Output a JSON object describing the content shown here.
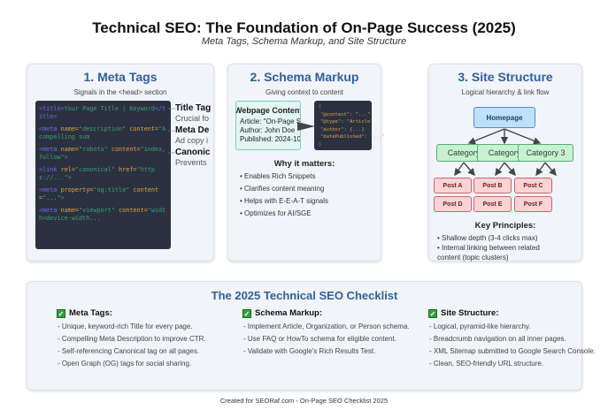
{
  "header": {
    "title": "Technical SEO: The Foundation of On-Page Success (2025)",
    "subtitle": "Meta Tags, Schema Markup, and Site Structure"
  },
  "meta_card": {
    "title": "1. Meta Tags",
    "subtitle": "Signals in the <head> section",
    "code_lines": [
      [
        "<title>",
        "Your Page Title | Keyword",
        "</title>"
      ],
      [
        "<meta ",
        "name=",
        "\"description\" ",
        "content=",
        "\"A compelling sum"
      ],
      [
        "<meta ",
        "name=",
        "\"robots\" ",
        "content=",
        "\"index, follow\">"
      ],
      [
        "<link ",
        "rel=",
        "\"canonical\" ",
        "href=",
        "\"https://...\">"
      ],
      [
        "<meta ",
        "property=",
        "\"og:title\" ",
        "content=",
        "\"...\">"
      ],
      [
        "<meta ",
        "name=",
        "\"viewport\" ",
        "content=",
        "\"width=device-width..."
      ]
    ],
    "annotations": [
      {
        "label": "Title Tag",
        "desc": "Crucial fo"
      },
      {
        "label": "Meta De",
        "desc": "Ad copy i"
      },
      {
        "label": "Canonic",
        "desc": "Prevents"
      }
    ]
  },
  "schema_card": {
    "title": "2. Schema Markup",
    "subtitle": "Giving context to content",
    "webpage": {
      "title": "Webpage Content",
      "lines": [
        "Article: \"On-Page SEO",
        "Author: John Doe",
        "Published: 2024-10-26"
      ]
    },
    "json_lines": [
      "{",
      "\"@context\": \"...\"",
      "\"@type\": \"Article\"",
      "\"author\": {...}",
      "\"datePublished\": \"...\"",
      "}"
    ],
    "why_title": "Why it matters:",
    "why_items": [
      "• Enables Rich Snippets",
      "• Clarifies content meaning",
      "• Helps with E-E-A-T signals",
      "• Optimizes for AI/SGE"
    ]
  },
  "structure_card": {
    "title": "3. Site Structure",
    "subtitle": "Logical hierarchy & link flow",
    "home": "Homepage",
    "categories": [
      "Category",
      "Category",
      "Category 3"
    ],
    "posts": [
      "Post A",
      "Post B",
      "Post C",
      "Post D",
      "Post E",
      "Post F"
    ],
    "principles_title": "Key Principles:",
    "principles": [
      "• Shallow depth (3-4 clicks max)",
      "• Internal linking between related",
      "content (topic clusters)"
    ]
  },
  "checklist": {
    "title": "The 2025 Technical SEO Checklist",
    "columns": [
      {
        "heading": "Meta Tags:",
        "items": [
          "- Unique, keyword-rich Title for every page.",
          "- Compelling Meta Description to improve CTR.",
          "- Self-referencing Canonical tag on all pages.",
          "- Open Graph (OG) tags for social sharing."
        ]
      },
      {
        "heading": "Schema Markup:",
        "items": [
          "- Implement Article, Organization, or Person schema.",
          "- Use FAQ or HowTo schema for eligible content.",
          "- Validate with Google's Rich Results Test."
        ]
      },
      {
        "heading": "Site Structure:",
        "items": [
          "- Logical, pyramid-like hierarchy.",
          "- Breadcrumb navigation on all inner pages.",
          "- XML Sitemap submitted to Google Search Console.",
          "- Clean, SEO-friendly URL structure."
        ]
      }
    ]
  },
  "footer": "Created for SEORaf.com - On-Page SEO Checklist 2025",
  "colors": {
    "accent": "#2f5fa0",
    "code_bg": "#2b3140",
    "check": "#2fa33a"
  }
}
